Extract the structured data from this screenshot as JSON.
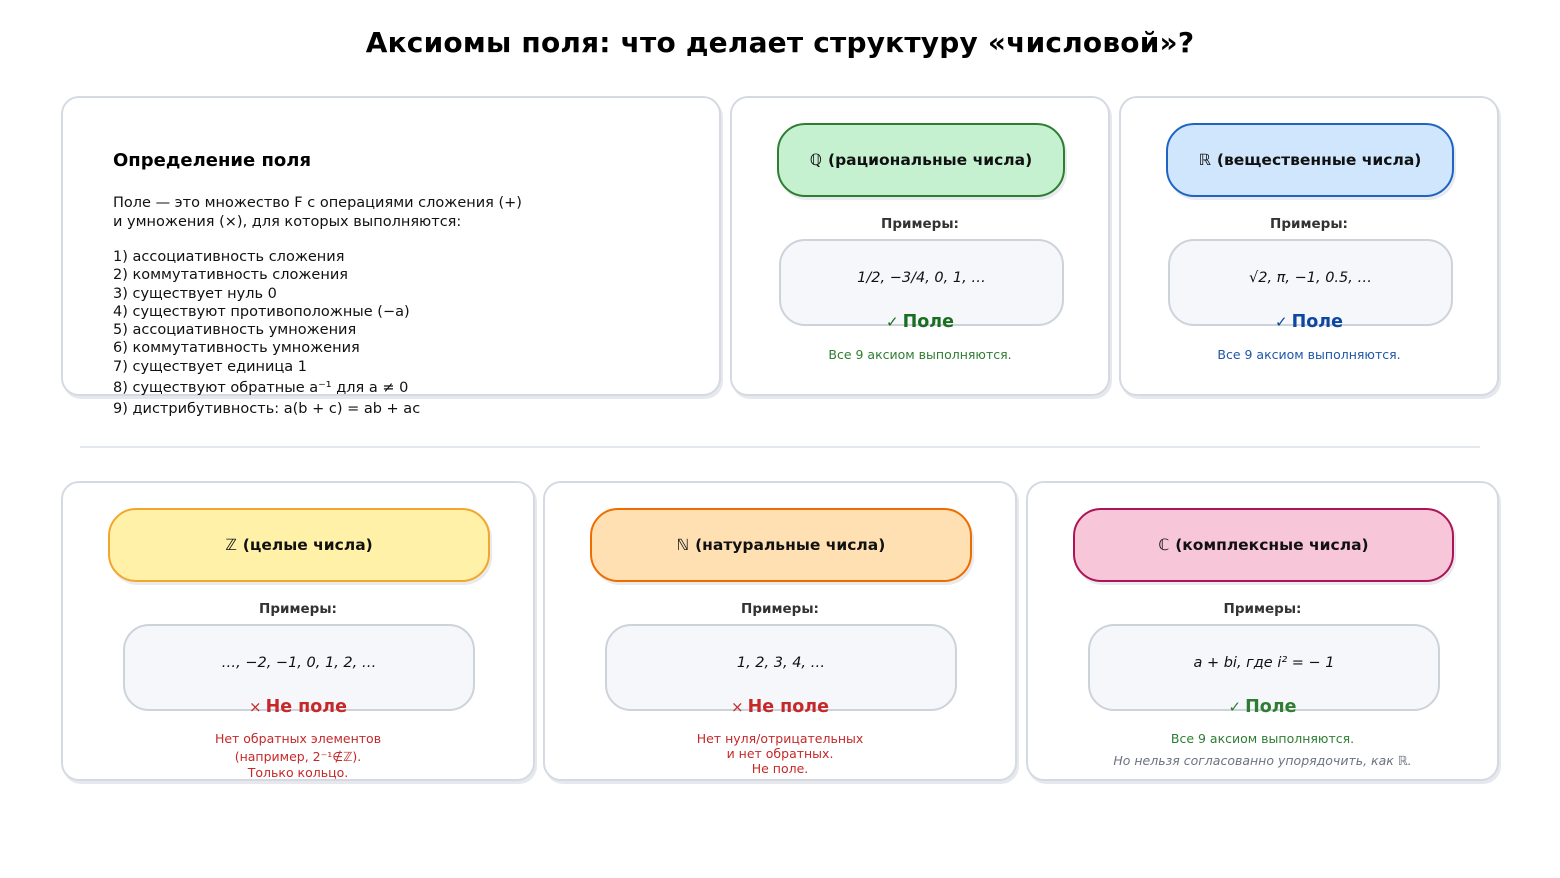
{
  "title": "Аксиомы поля: что делает структуру «числовой»?",
  "definition": {
    "heading": "Определение поля",
    "intro": "Поле — это множество F с операциями сложения (+)\nи умножения (×), для которых выполняются:",
    "axioms": [
      "1) ассоциативность сложения",
      "2) коммутативность сложения",
      "3) существует нуль 0",
      "4) существуют противоположные (−a)",
      "5) ассоциативность умножения",
      "6) коммутативность умножения",
      "7) существует единица 1",
      "8) существуют обратные a⁻¹ для a ≠ 0",
      "9) дистрибутивность: a(b + c) = ab + ac"
    ]
  },
  "examples_label": "Примеры:",
  "sets": [
    {
      "id": "Q",
      "symbol": "ℚ",
      "name": "(рациональные числа)",
      "examples": "1/2, −3/4, 0, 1, …",
      "is_field": true,
      "verdict_mark": "✓",
      "verdict": "Поле",
      "notes": [
        "Все 9 аксиом выполняются."
      ],
      "fill": "#c6f1d1",
      "border": "#2e7d32",
      "verdict_color": "#1b6e20",
      "note_color": "#2e7d32"
    },
    {
      "id": "R",
      "symbol": "ℝ",
      "name": "(вещественные числа)",
      "examples": "√2, π, −1, 0.5, …",
      "is_field": true,
      "verdict_mark": "✓",
      "verdict": "Поле",
      "notes": [
        "Все 9 аксиом выполняются."
      ],
      "fill": "#cfe6fd",
      "border": "#1e64c0",
      "verdict_color": "#0d47a1",
      "note_color": "#1e56a8"
    },
    {
      "id": "Z",
      "symbol": "ℤ",
      "name": "(целые числа)",
      "examples": "…, −2, −1, 0, 1, 2, …",
      "is_field": false,
      "verdict_mark": "×",
      "verdict": "Не поле",
      "notes": [
        "Нет обратных элементов",
        "(например, 2⁻¹∉ℤ).",
        "Только кольцо."
      ],
      "fill": "#fff1a8",
      "border": "#f3a52e",
      "verdict_color": "#c62828",
      "note_color": "#c62828"
    },
    {
      "id": "N",
      "symbol": "ℕ",
      "name": "(натуральные числа)",
      "examples": "1, 2, 3, 4, …",
      "is_field": false,
      "verdict_mark": "×",
      "verdict": "Не поле",
      "notes": [
        "Нет нуля/отрицательных",
        "и нет обратных.",
        "Не поле."
      ],
      "fill": "#ffe0b2",
      "border": "#ef6c00",
      "verdict_color": "#c62828",
      "note_color": "#c62828"
    },
    {
      "id": "C",
      "symbol": "ℂ",
      "name": "(комплексные числа)",
      "examples": "a + bi, где i² = − 1",
      "is_field": true,
      "verdict_mark": "✓",
      "verdict": "Поле",
      "notes": [
        "Все 9 аксиом выполняются."
      ],
      "extra_note": "Но нельзя согласованно упорядочить, как ℝ.",
      "fill": "#f8c6d9",
      "border": "#ad1457",
      "verdict_color": "#2e7d32",
      "note_color": "#2e7d32",
      "extra_note_color": "#6b7280"
    }
  ]
}
